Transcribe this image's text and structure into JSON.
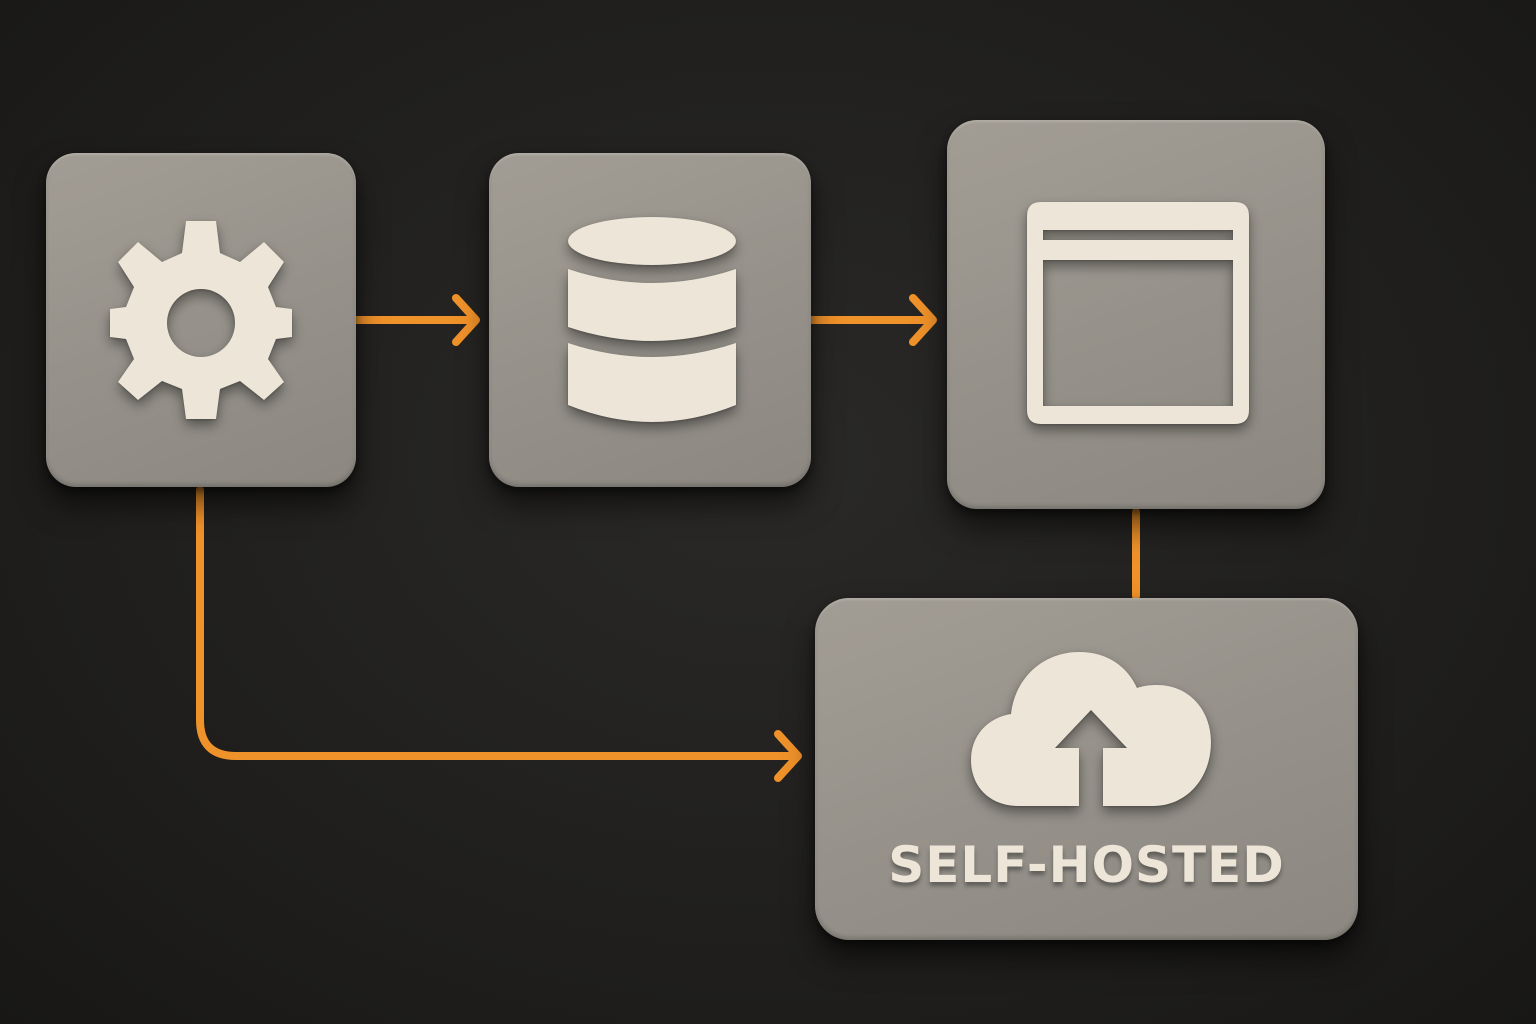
{
  "diagram": {
    "nodes": [
      {
        "id": "gear",
        "icon": "gear-icon"
      },
      {
        "id": "database",
        "icon": "database-icon"
      },
      {
        "id": "window",
        "icon": "browser-window-icon"
      },
      {
        "id": "self-hosted",
        "icon": "cloud-upload-icon",
        "label": "SELF-HOSTED"
      }
    ],
    "edges": [
      {
        "from": "gear",
        "to": "database",
        "arrow": true
      },
      {
        "from": "database",
        "to": "window",
        "arrow": true
      },
      {
        "from": "window",
        "to": "self-hosted",
        "arrow": false
      },
      {
        "from": "gear",
        "to": "self-hosted",
        "arrow": true
      }
    ],
    "colors": {
      "background": "#1f1e1c",
      "tile": "#9a968e",
      "icon": "#ece5d8",
      "connector": "#f0922a"
    }
  }
}
